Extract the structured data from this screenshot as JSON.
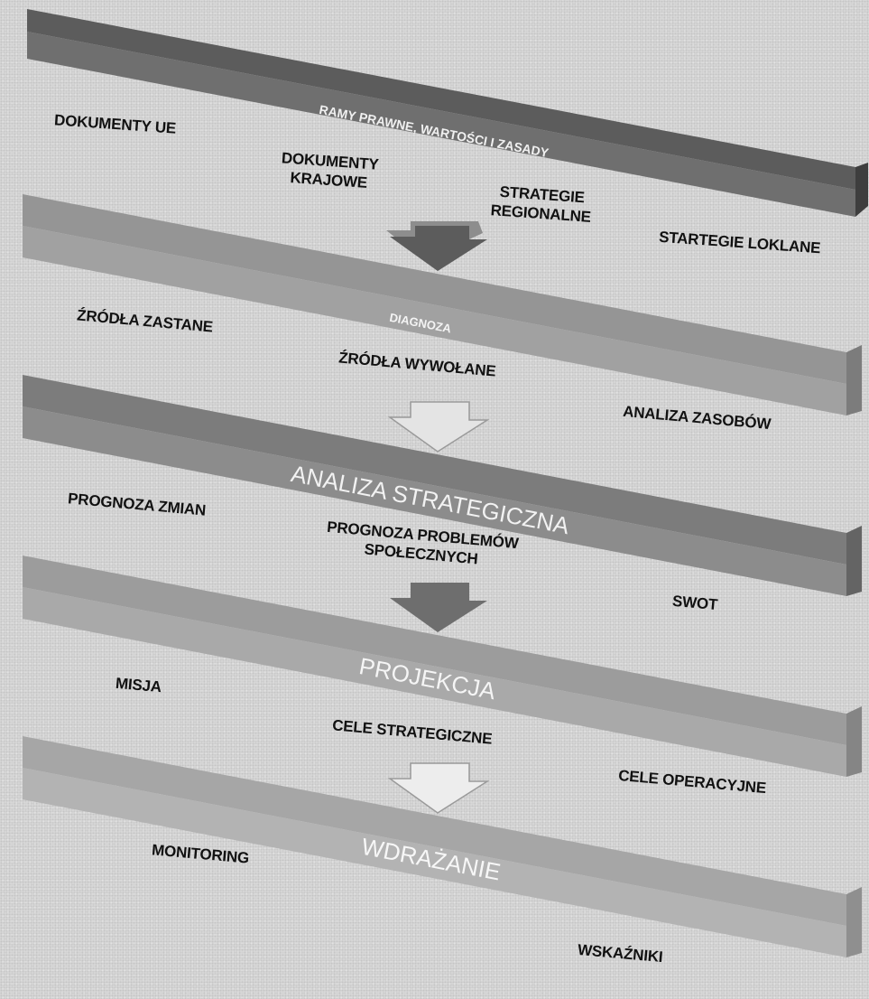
{
  "diagram": {
    "stages": [
      {
        "title": "RAMY PRAWNE, WARTOŚCI I ZASADY",
        "color": "#6f6f6f",
        "items": [
          "DOKUMENTY UE",
          "DOKUMENTY KRAJOWE",
          "STRATEGIE REGIONALNE",
          "STARTEGIE LOKLANE"
        ]
      },
      {
        "title": "DIAGNOZA",
        "color": "#a1a1a1",
        "items": [
          "ŹRÓDŁA ZASTANE",
          "ŹRÓDŁA WYWOŁANE",
          "ANALIZA ZASOBÓW"
        ]
      },
      {
        "title": "ANALIZA STRATEGICZNA",
        "color": "#8c8c8c",
        "items": [
          "PROGNOZA ZMIAN",
          "PROGNOZA PROBLEMÓW SPOŁECZNYCH",
          "SWOT"
        ]
      },
      {
        "title": "PROJEKCJA",
        "color": "#a9a9a9",
        "items": [
          "MISJA",
          "CELE STRATEGICZNE",
          "CELE OPERACYJNE"
        ]
      },
      {
        "title": "WDRAŻANIE",
        "color": "#b3b3b3",
        "items": [
          "MONITORING",
          "WSKAŹNIKI"
        ]
      }
    ]
  }
}
